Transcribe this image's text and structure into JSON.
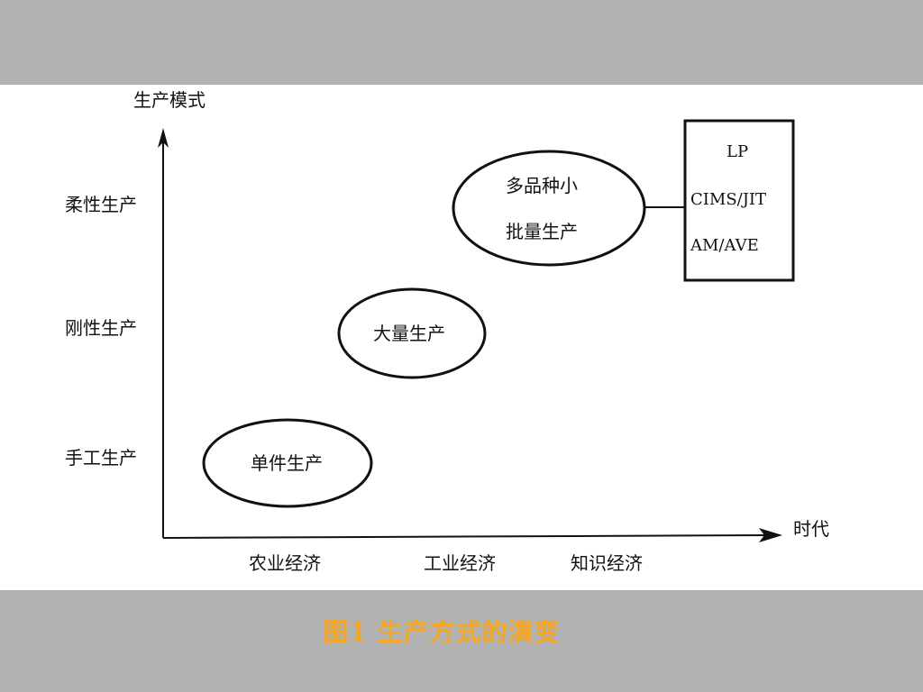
{
  "diagram": {
    "y_axis_title": "生产模式",
    "x_axis_title": "时代",
    "y_levels": [
      "手工生产",
      "刚性生产",
      "柔性生产"
    ],
    "x_eras": [
      "农业经济",
      "工业经济",
      "知识经济"
    ],
    "ellipses": [
      {
        "lines": [
          "单件生产"
        ]
      },
      {
        "lines": [
          "大量生产"
        ]
      },
      {
        "lines": [
          "多品种小",
          "批量生产"
        ]
      }
    ],
    "box": {
      "items": [
        "LP",
        "CIMS/JIT",
        "AM/AVE"
      ]
    }
  },
  "caption": "图1  生产方式的演变",
  "colors": {
    "caption": "#f5a623",
    "band": "#b2b2b2",
    "rule": "#e8a05a"
  }
}
